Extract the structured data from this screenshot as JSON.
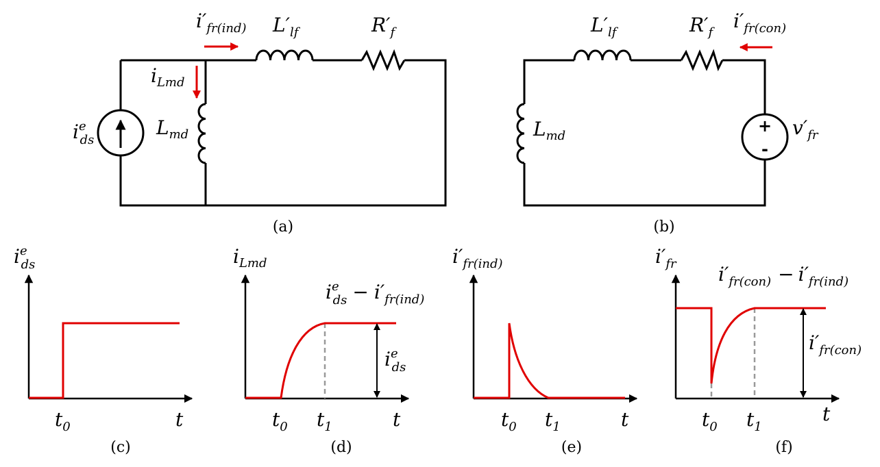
{
  "circuit_a": {
    "caption": "(a)",
    "source_label": "i",
    "source_sup": "e",
    "source_sub": "ds",
    "i_lmd": "i",
    "i_lmd_sub": "Lmd",
    "l_md": "L",
    "l_md_sub": "md",
    "i_fr_ind": "i′",
    "i_fr_ind_sub": "fr(ind)",
    "l_lf": "L′",
    "l_lf_sub": "lf",
    "r_f": "R′",
    "r_f_sub": "f"
  },
  "circuit_b": {
    "caption": "(b)",
    "l_lf": "L′",
    "l_lf_sub": "lf",
    "r_f": "R′",
    "r_f_sub": "f",
    "i_fr_con": "i′",
    "i_fr_con_sub": "fr(con)",
    "l_md": "L",
    "l_md_sub": "md",
    "v_fr": "v′",
    "v_fr_sub": "fr",
    "plus": "+",
    "minus": "-"
  },
  "plot_c": {
    "caption": "(c)",
    "ylabel": "i",
    "ylabel_sup": "e",
    "ylabel_sub": "ds",
    "t0": "t",
    "t0_sub": "0",
    "t": "t"
  },
  "plot_d": {
    "caption": "(d)",
    "ylabel": "i",
    "ylabel_sub": "Lmd",
    "annotation_a": "i",
    "annotation_a_sup": "e",
    "annotation_a_sub": "ds",
    "annotation_minus": "−",
    "annotation_b": "i′",
    "annotation_b_sub": "fr(ind)",
    "dim_label": "i",
    "dim_label_sup": "e",
    "dim_label_sub": "ds",
    "t0": "t",
    "t0_sub": "0",
    "t1": "t",
    "t1_sub": "1",
    "t": "t"
  },
  "plot_e": {
    "caption": "(e)",
    "ylabel": "i′",
    "ylabel_sub": "fr(ind)",
    "t0": "t",
    "t0_sub": "0",
    "t1": "t",
    "t1_sub": "1",
    "t": "t"
  },
  "plot_f": {
    "caption": "(f)",
    "ylabel": "i′",
    "ylabel_sub": "fr",
    "annotation_a": "i′",
    "annotation_a_sub": "fr(con)",
    "annotation_minus": "−",
    "annotation_b": "i′",
    "annotation_b_sub": "fr(ind)",
    "dim_label": "i′",
    "dim_label_sub": "fr(con)",
    "t0": "t",
    "t0_sub": "0",
    "t1": "t",
    "t1_sub": "1",
    "t": "t"
  },
  "colors": {
    "current": "#e00000",
    "wire": "#000000",
    "dashed": "#999999"
  }
}
